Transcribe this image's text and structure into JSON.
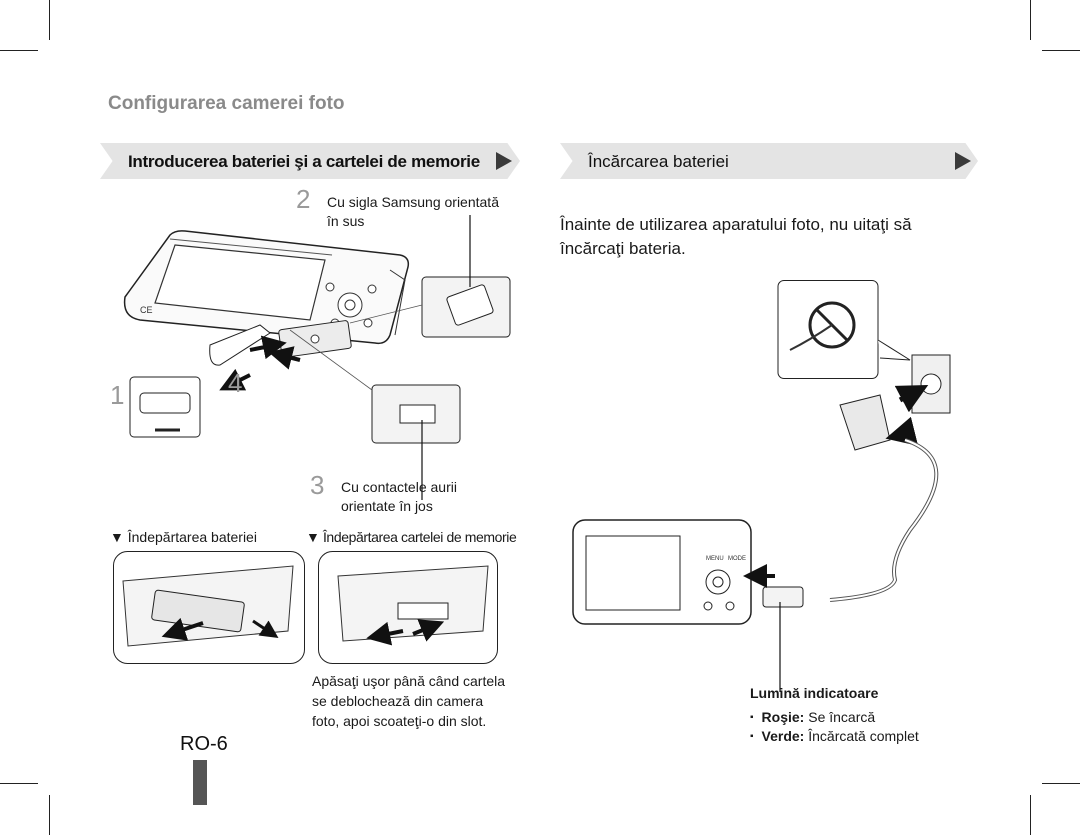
{
  "page": {
    "section_title": "Configurarea camerei foto",
    "page_number": "RO-6"
  },
  "left": {
    "band_title": "Introducerea bateriei şi a cartelei de memorie",
    "step1_number": "1",
    "step2_number": "2",
    "step2_text_line1": "Cu sigla Samsung orientată",
    "step2_text_line2": "în sus",
    "step3_number": "3",
    "step3_text_line1": "Cu contactele aurii",
    "step3_text_line2": "orientate în jos",
    "step4_number": "4",
    "remove_battery_label": "▼ Îndepărtarea bateriei",
    "remove_card_label": "▼ Îndepărtarea cartelei de memorie",
    "card_note_line1": "Apăsaţi uşor până când cartela",
    "card_note_line2": "se deblochează din camera",
    "card_note_line3": "foto, apoi scoateţi-o din slot."
  },
  "right": {
    "band_title": "Încărcarea bateriei",
    "intro_line1": "Înainte de utilizarea aparatului foto, nu uitaţi să",
    "intro_line2": "încărcaţi bateria.",
    "indicator_title": "Lumină indicatoare",
    "indicator_items": [
      {
        "label": "Roşie:",
        "text": " Se încarcă"
      },
      {
        "label": "Verde:",
        "text": " Încărcată complet"
      }
    ]
  },
  "colors": {
    "section_title": "#8a8a8a",
    "band_bg": "#e4e4e4",
    "step_number": "#9a9a9a"
  }
}
